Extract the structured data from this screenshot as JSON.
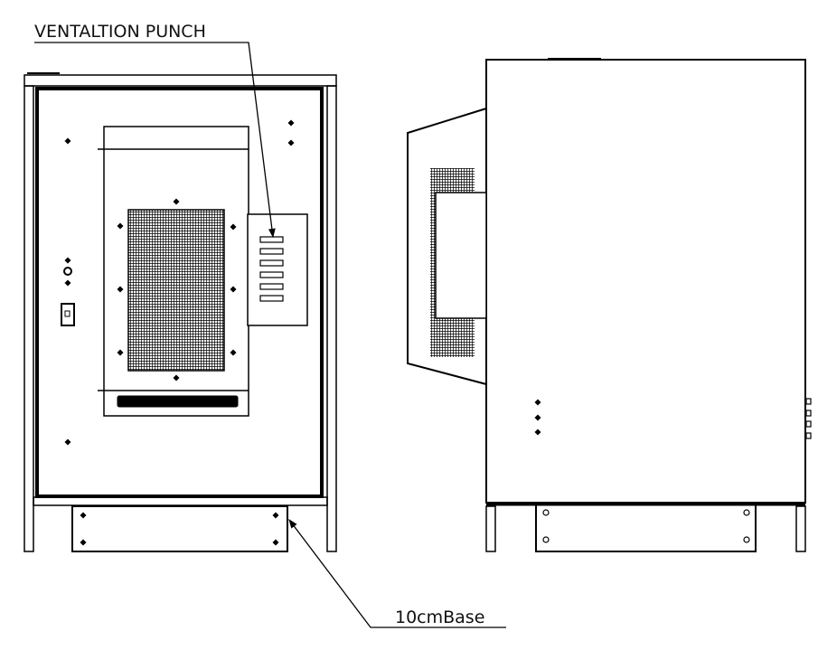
{
  "annotations": {
    "vent_label": "VENTALTION PUNCH",
    "base_label": "10cmBase"
  },
  "views": [
    "front-view",
    "side-view"
  ],
  "colors": {
    "line": "#000000",
    "background": "#ffffff"
  }
}
